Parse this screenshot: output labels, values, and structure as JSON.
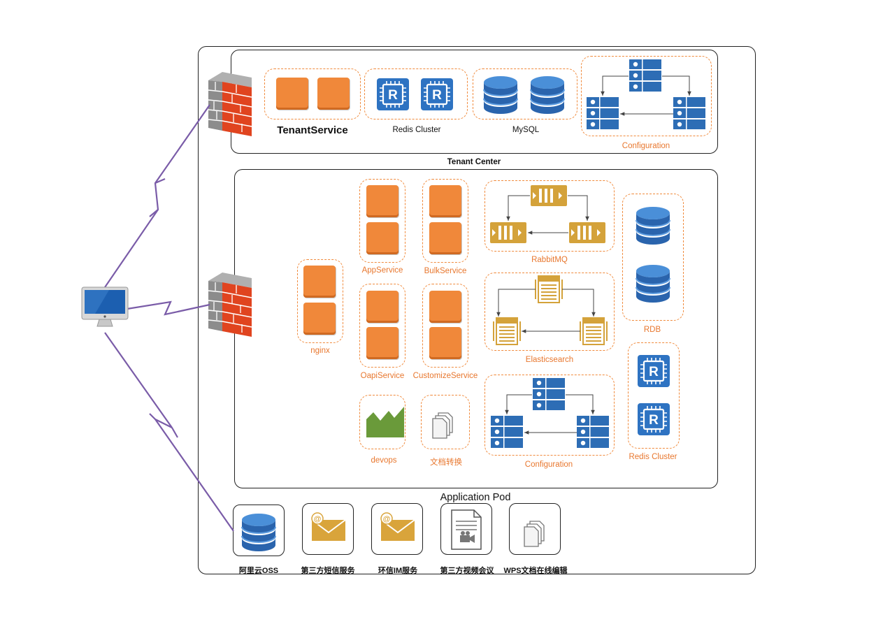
{
  "tenant_center": {
    "label": "Tenant Center",
    "tenant_service": "TenantService",
    "redis_cluster": "Redis Cluster",
    "mysql": "MySQL",
    "configuration": "Configuration"
  },
  "application_pod": {
    "label": "Application Pod",
    "nginx": "nginx",
    "app_service": "AppService",
    "bulk_service": "BulkService",
    "oapi_service": "OapiService",
    "customize_service": "CustomizeService",
    "devops": "devops",
    "doc_convert": "文档转换",
    "rabbitmq": "RabbitMQ",
    "elasticsearch": "Elasticsearch",
    "configuration": "Configuration",
    "rdb": "RDB",
    "redis_cluster": "Redis Cluster"
  },
  "external_services": [
    {
      "label": "阿里云OSS",
      "icon": "database-icon"
    },
    {
      "label": "第三方短信服务",
      "icon": "email-icon"
    },
    {
      "label": "环信IM服务",
      "icon": "email-icon"
    },
    {
      "label": "第三方视频会议",
      "icon": "document-video-icon"
    },
    {
      "label": "WPS文档在线编辑",
      "icon": "documents-icon"
    }
  ],
  "colors": {
    "orange": "#f0883a",
    "blue": "#2d6db5",
    "gold": "#d4a23a",
    "green": "#6a9a3a",
    "purple": "#7a5ca8",
    "firewall": "#e0441f"
  }
}
